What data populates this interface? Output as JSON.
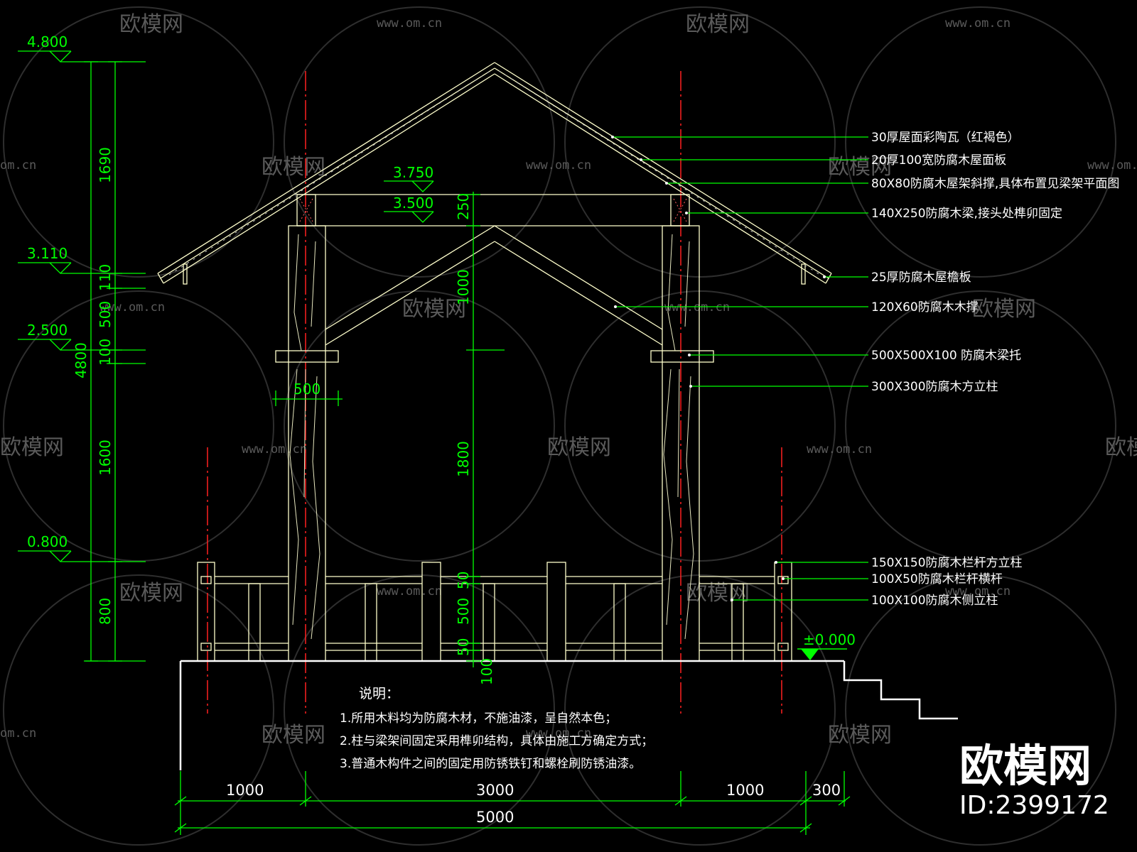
{
  "watermark": {
    "brand": "欧模网",
    "url": "www.om.cn",
    "url_partial": "om.cn",
    "brand_partial": "欧模网"
  },
  "brand_corner": {
    "title": "欧模网",
    "id": "ID:2399172"
  },
  "elevations": {
    "e4800": "4.800",
    "e3750": "3.750",
    "e3500": "3.500",
    "e3110": "3.110",
    "e2500": "2.500",
    "e0800": "0.800",
    "e0000": "±0.000"
  },
  "left_dims": {
    "d1690": "1690",
    "d110": "110",
    "d500": "500",
    "d100": "100",
    "d1600": "1600",
    "d800": "800",
    "d4800": "4800"
  },
  "center_dims": {
    "d250": "250",
    "d1000": "1000",
    "d1800": "1800",
    "d50a": "50",
    "d500": "500",
    "d50b": "50",
    "d100": "100"
  },
  "bracket_dim": "500",
  "bottom_dims": {
    "d1000a": "1000",
    "d3000": "3000",
    "d1000b": "1000",
    "d300": "300",
    "d5000": "5000"
  },
  "callouts": [
    "30厚屋面彩陶瓦（红褐色）",
    "20厚100宽防腐木屋面板",
    "80X80防腐木屋架斜撑,具体布置见梁架平面图",
    "140X250防腐木梁,接头处榫卯固定",
    "25厚防腐木屋檐板",
    "120X60防腐木木撑",
    "500X500X100 防腐木梁托",
    "300X300防腐木方立柱",
    "150X150防腐木栏杆方立柱",
    "100X50防腐木栏杆横杆",
    "100X100防腐木侧立柱"
  ],
  "notes": {
    "title": "说明：",
    "items": [
      "1.所用木料均为防腐木材，不施油漆，呈自然本色；",
      "2.柱与梁架间固定采用榫卯结构，具体由施工方确定方式；",
      "3.普通木构件之间的固定用防锈铁钉和螺栓刷防锈油漆。"
    ]
  },
  "colors": {
    "background": "#000000",
    "structure": "#ffffcc",
    "dimension": "#00ff00",
    "centerline": "#ff0000",
    "text": "#ffffff",
    "watermark": "#555555"
  }
}
